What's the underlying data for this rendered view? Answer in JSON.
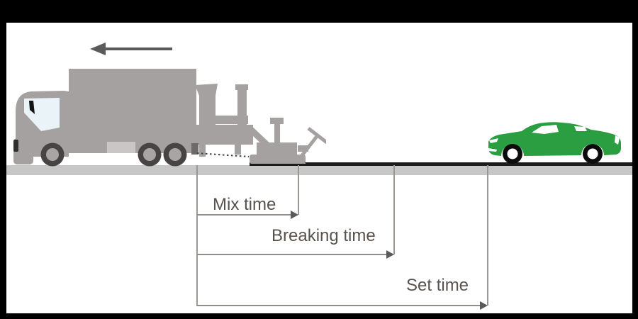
{
  "diagram": {
    "travel_direction": "left",
    "vehicles": {
      "left_vehicle": "slurry-paving-truck-with-screed",
      "right_vehicle": "green-passenger-car"
    },
    "timeline": {
      "intervals": [
        {
          "label": "Mix time"
        },
        {
          "label": "Breaking time"
        },
        {
          "label": "Set time"
        }
      ]
    },
    "colors": {
      "car_green": "#2a9e41",
      "machinery_gray": "#a5a1a0",
      "fresh_surface_line": "#1c1c1c",
      "road_surface": "#c8c7c7",
      "annotation_line": "#8f8c8a",
      "arrowhead": "#5a5a5a",
      "label_text": "#57524e",
      "frame": "#000000",
      "cab_window": "#e9f3f8"
    }
  }
}
